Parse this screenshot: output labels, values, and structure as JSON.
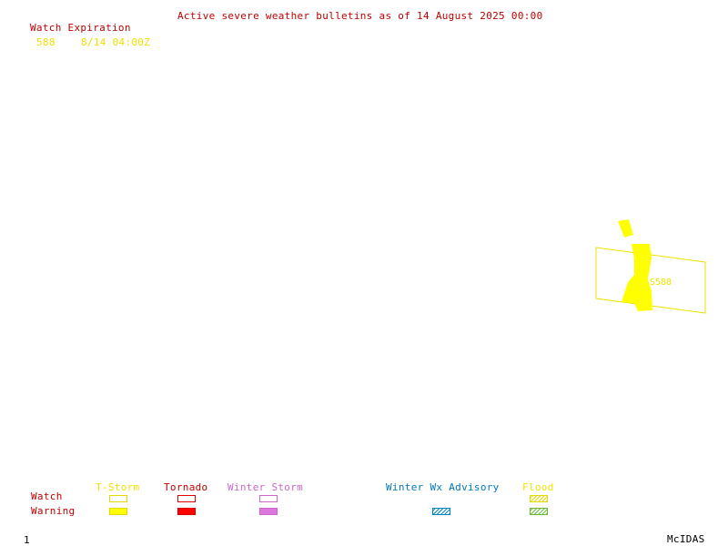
{
  "header": {
    "title": "Active severe weather bulletins as of 14 August 2025 00:00",
    "watch_expiration_label": "Watch Expiration",
    "watch_entries": [
      {
        "number": "588",
        "expires": "8/14 04:00Z"
      }
    ]
  },
  "map": {
    "watch_label": "S588",
    "colors": {
      "tstorm": "#ffff00",
      "tornado": "#ff0000",
      "winter_storm": "#dd77dd",
      "advisory": "#0088cc",
      "flood": "#66bb33"
    }
  },
  "legend": {
    "row_watch": "Watch",
    "row_warning": "Warning",
    "columns": [
      {
        "label": "T-Storm",
        "color": "#ffff00"
      },
      {
        "label": "Tornado",
        "color": "#ff0000"
      },
      {
        "label": "Winter Storm",
        "color": "#dd77dd"
      },
      {
        "label": "Winter Wx Advisory",
        "color": "#0088cc"
      },
      {
        "label": "Flood",
        "color": "#66bb33"
      }
    ]
  },
  "footer": {
    "page_number": "1",
    "brand": "McIDAS"
  }
}
